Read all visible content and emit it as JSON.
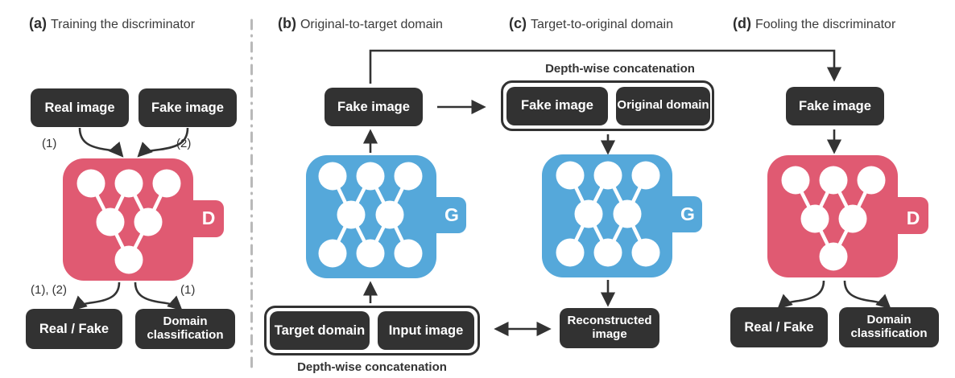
{
  "colors": {
    "discriminator_pink": "#e05a72",
    "generator_blue": "#55a8da",
    "box_dark": "#323232",
    "arrow_dark": "#333333",
    "divider_gray": "#b9b9b9",
    "node_white": "#ffffff"
  },
  "panels": {
    "a": {
      "tag": "(a)",
      "title": "Training the discriminator",
      "boxes": {
        "real_image": "Real image",
        "fake_image": "Fake image",
        "real_fake": "Real / Fake",
        "domain_classification": "Domain classification"
      },
      "arrow_labels": {
        "top_left": "(1)",
        "top_right": "(2)",
        "bottom_left": "(1), (2)",
        "bottom_right": "(1)"
      },
      "network_label": "D"
    },
    "b": {
      "tag": "(b)",
      "title": "Original-to-target domain",
      "boxes": {
        "fake_image": "Fake image",
        "target_domain": "Target domain",
        "input_image": "Input image"
      },
      "caption": "Depth-wise concatenation",
      "network_label": "G"
    },
    "c": {
      "tag": "(c)",
      "title": "Target-to-original domain",
      "boxes": {
        "fake_image": "Fake image",
        "original_domain": "Original domain",
        "reconstructed_image": "Reconstructed image"
      },
      "caption": "Depth-wise concatenation",
      "network_label": "G"
    },
    "d": {
      "tag": "(d)",
      "title": "Fooling the discriminator",
      "boxes": {
        "fake_image": "Fake image",
        "real_fake": "Real / Fake",
        "domain_classification": "Domain classification"
      },
      "network_label": "D"
    }
  }
}
